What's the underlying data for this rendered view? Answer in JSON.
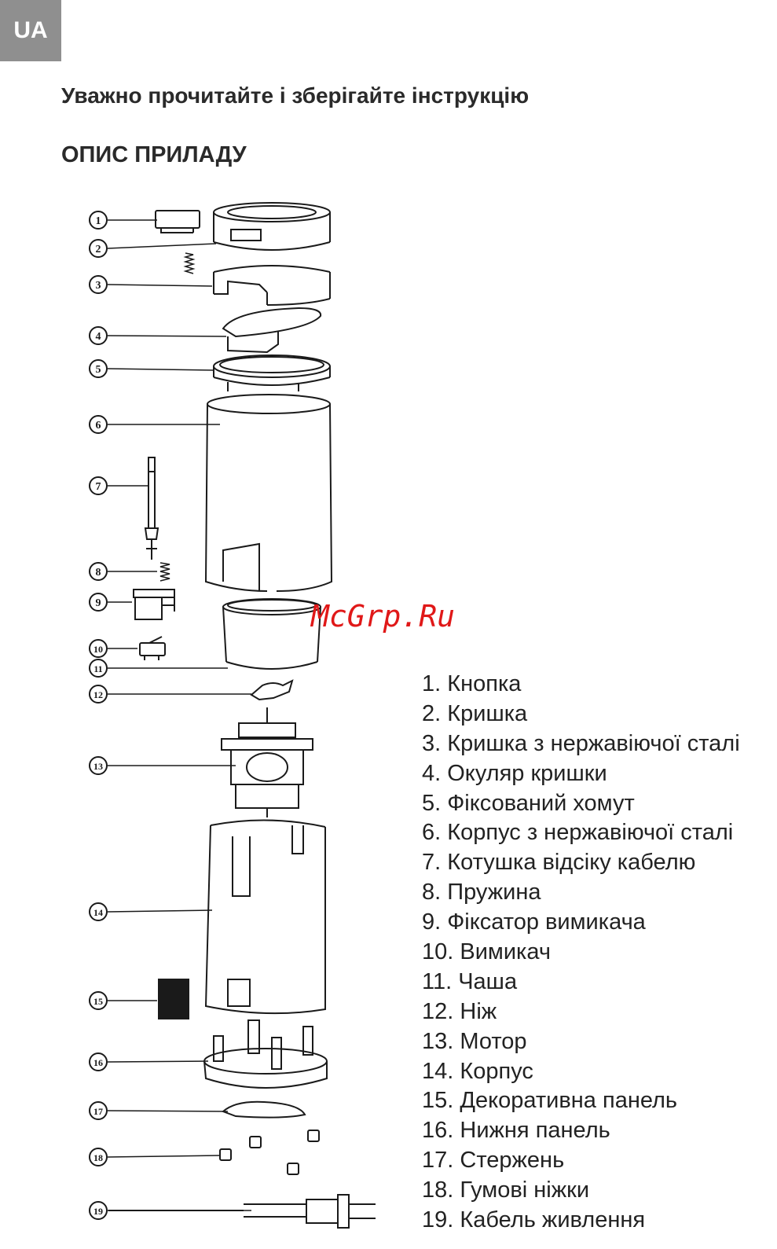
{
  "page": {
    "lang_badge": "UA",
    "heading": "Уважно прочитайте і зберігайте інструкцію",
    "section_title": "ОПИС ПРИЛАДУ",
    "watermark": "McGrp.Ru"
  },
  "diagram": {
    "callout_numbers": [
      "1",
      "2",
      "3",
      "4",
      "5",
      "6",
      "7",
      "8",
      "9",
      "10",
      "11",
      "12",
      "13",
      "14",
      "15",
      "16",
      "17",
      "18",
      "19"
    ]
  },
  "parts": [
    "1. Кнопка",
    "2. Кришка",
    "3. Кришка з нержавіючої сталі",
    "4. Окуляр кришки",
    "5. Фіксований хомут",
    "6. Корпус з нержавіючої сталі",
    "7. Котушка відсіку кабелю",
    "8. Пружина",
    "9. Фіксатор вимикача",
    "10. Вимикач",
    "11. Чаша",
    "12. Ніж",
    "13. Мотор",
    "14. Корпус",
    "15. Декоративна панель",
    "16. Нижня панель",
    "17. Стержень",
    "18. Гумові ніжки",
    "19. Кабель живлення"
  ],
  "colors": {
    "badge_bg": "#8f8f8f",
    "watermark": "#e01818"
  }
}
